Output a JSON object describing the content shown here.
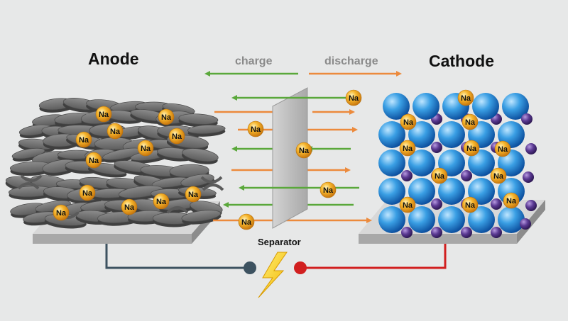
{
  "labels": {
    "anode": "Anode",
    "cathode": "Cathode",
    "charge": "charge",
    "discharge": "discharge",
    "separator": "Separator",
    "ion": "Na"
  },
  "colors": {
    "background": "#e7e8e8",
    "charge": "#5aa83b",
    "discharge": "#ec8a3c",
    "direction_text": "#8a8a8a",
    "ion": "#f2a41f",
    "anode_wire": "#3d5260",
    "cathode_wire": "#d11f1f",
    "bolt": "#f6c500",
    "cathode_sphere": "#2a8fd6",
    "cathode_small": "#5a3a8c",
    "anode_flake": "#6e6e6e",
    "platform": "#b8b8b8"
  },
  "icons": {
    "bolt": "lightning-bolt-icon",
    "anode_terminal": "anode-terminal-dot",
    "cathode_terminal": "cathode-terminal-dot"
  }
}
